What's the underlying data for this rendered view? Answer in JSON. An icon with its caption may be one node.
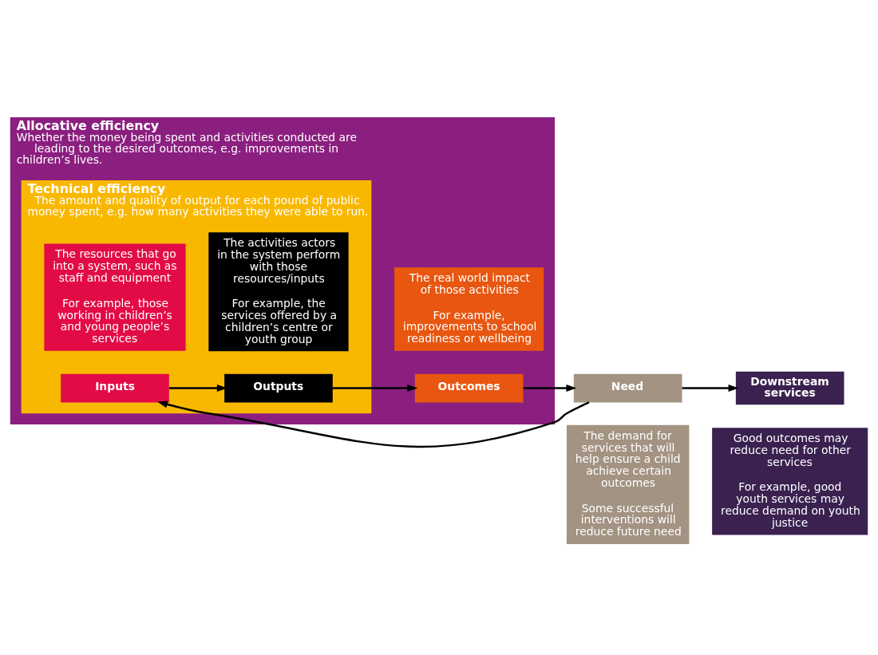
{
  "diagram": {
    "nodes": [
      {
        "text": [
          "Allocative efficiency",
          "Whether the money being spent and activities conducted are leading to the desired outcomes, e.g. improvements in children’s lives."
        ]
      },
      {
        "text": [
          "Technical efficiency",
          "The amount and quality of output for each pound of public money spent, e.g. how many activities they were able to run."
        ],
        "in": 0
      },
      {
        "text": [
          "Inputs"
        ],
        "in": 1
      },
      {
        "text": [
          "Outputs"
        ],
        "in": 1
      },
      {
        "text": [
          "The resources that go into a system, such as staff and equipment",
          "For example, those working in children’s and young people’s services"
        ],
        "in": 1
      },
      {
        "text": [
          "The activities actors in the system perform with those resources/inputs",
          "For example, the services offered by a children’s centre or youth group"
        ],
        "in": 1
      },
      {
        "text": [
          "Outcomes"
        ],
        "in": 0
      },
      {
        "text": [
          "The real world impact of those activities",
          "For example, improvements to school readiness or wellbeing"
        ],
        "in": 0
      },
      {
        "text": [
          "Need"
        ]
      },
      {
        "text": [
          "The demand for services that will help ensure a child achieve certain outcomes",
          "Some successful interventions will reduce future need"
        ]
      },
      {
        "text": [
          "Downstream services"
        ]
      },
      {
        "text": [
          "Good outcomes may reduce need for other services",
          "For example, good youth services may reduce demand on youth justice"
        ]
      }
    ],
    "edges": [
      {
        "from": 2,
        "to": 3,
        "arrow": "to"
      },
      {
        "from": 3,
        "to": 6,
        "arrow": "to"
      },
      {
        "from": 6,
        "to": 8,
        "arrow": "to"
      },
      {
        "from": 8,
        "to": 10,
        "arrow": "to"
      },
      {
        "from": 8,
        "to": 2,
        "arrow": "to"
      }
    ]
  }
}
